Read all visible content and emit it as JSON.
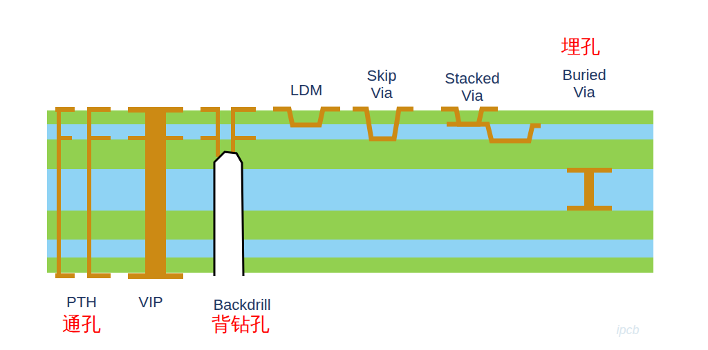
{
  "diagram": {
    "labels": [
      "埋孔",
      "LDM",
      "Skip Via",
      "Stacked Via",
      "Buried Via",
      "PTH",
      "VIP",
      "Backdrill",
      "通孔",
      "背钻孔",
      "ipcb"
    ]
  }
}
